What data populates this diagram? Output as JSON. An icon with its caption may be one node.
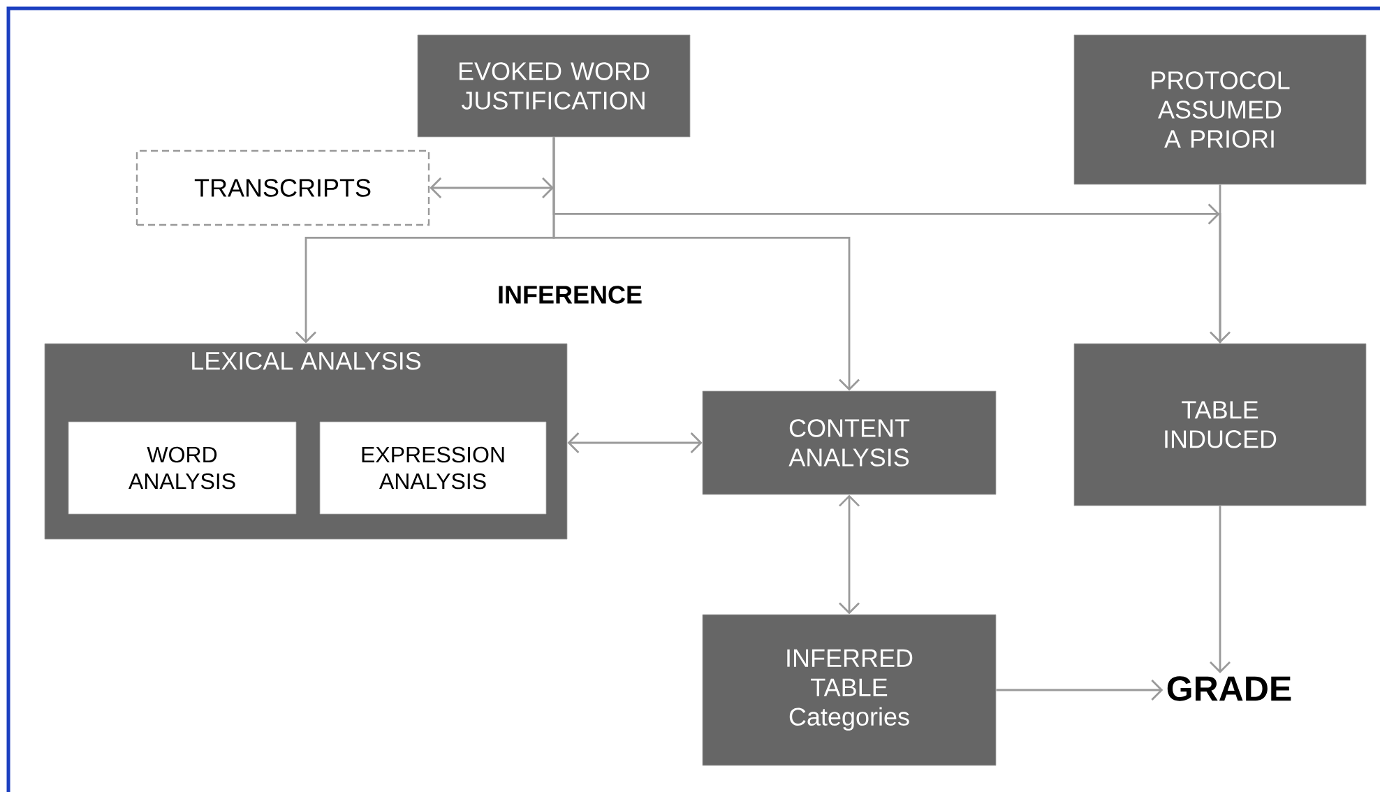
{
  "diagram": {
    "nodes": [
      {
        "text": [
          "EVOKED WORD JUSTIFICATION"
        ]
      },
      {
        "text": [
          "TRANSCRIPTS"
        ]
      },
      {
        "text": [
          "PROTOCOL ASSUMED A PRIORI"
        ]
      },
      {
        "text": [
          "LEXICAL ANALYSIS"
        ]
      },
      {
        "text": [
          "WORD ANALYSIS"
        ],
        "in": 3
      },
      {
        "text": [
          "EXPRESSION ANALYSIS"
        ],
        "in": 3
      },
      {
        "text": [
          "CONTENT ANALYSIS"
        ]
      },
      {
        "text": [
          "TABLE INDUCED"
        ]
      },
      {
        "text": [
          "INFERRED TABLE Categories"
        ]
      },
      {
        "text": [
          "GRADE"
        ]
      }
    ],
    "edges": [
      {
        "from": 1,
        "to": null,
        "arrow": "both"
      },
      {
        "from": 0,
        "to": 3,
        "arrow": "to"
      },
      {
        "from": 0,
        "to": 6,
        "arrow": "to"
      },
      {
        "from": 0,
        "to": 7,
        "arrow": "to"
      },
      {
        "from": 2,
        "to": 7,
        "arrow": "to"
      },
      {
        "from": 3,
        "to": 6,
        "arrow": "both"
      },
      {
        "from": 6,
        "to": 8,
        "arrow": "both"
      },
      {
        "from": 8,
        "to": 9,
        "arrow": "to"
      },
      {
        "from": 7,
        "to": 9,
        "arrow": "to"
      }
    ],
    "labels": [
      "INFERENCE"
    ]
  }
}
